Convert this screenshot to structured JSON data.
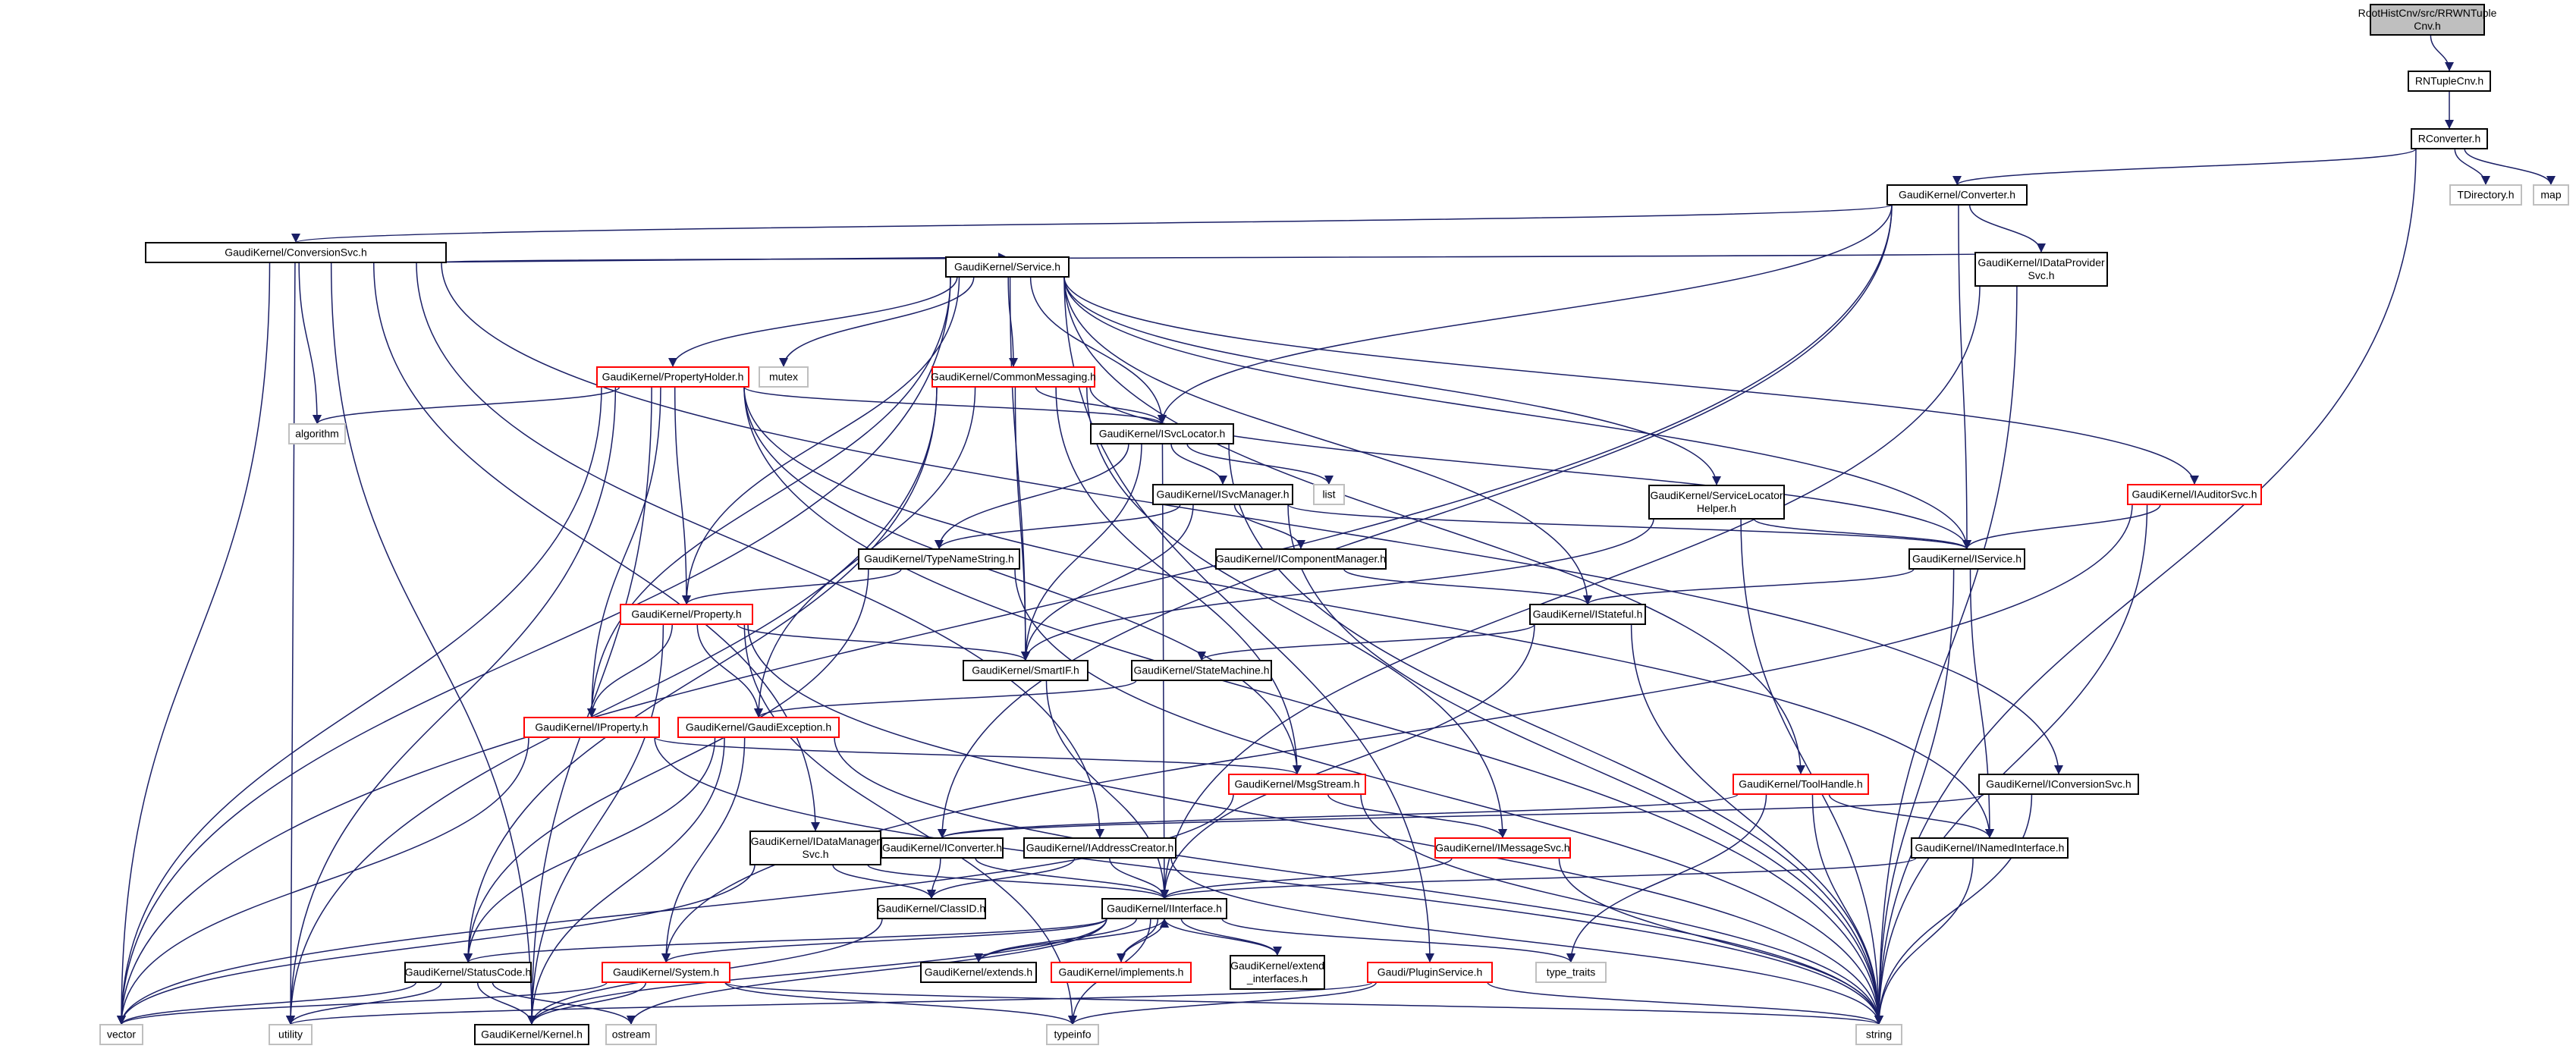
{
  "colors": {
    "root_fill": "#bfbfbf",
    "border_default": "#000000",
    "border_red": "#ff0000",
    "border_gray": "#bfbfbf",
    "edge": "#1a1f66",
    "text": "#000000"
  },
  "nodes": [
    {
      "id": "root",
      "style": "root",
      "lines": [
        "RootHistCnv/src/RRWNTuple",
        "Cnv.h"
      ]
    },
    {
      "id": "rntuplecnv",
      "style": "black",
      "lines": [
        "RNTupleCnv.h"
      ]
    },
    {
      "id": "rconverter",
      "style": "black",
      "lines": [
        "RConverter.h"
      ]
    },
    {
      "id": "tdirectory",
      "style": "gray",
      "lines": [
        "TDirectory.h"
      ]
    },
    {
      "id": "map",
      "style": "gray",
      "lines": [
        "map"
      ]
    },
    {
      "id": "converter",
      "style": "black",
      "lines": [
        "GaudiKernel/Converter.h"
      ]
    },
    {
      "id": "conversionsvc",
      "style": "black",
      "lines": [
        "GaudiKernel/ConversionSvc.h"
      ]
    },
    {
      "id": "idataprovidersvc",
      "style": "black",
      "lines": [
        "GaudiKernel/IDataProvider",
        "Svc.h"
      ]
    },
    {
      "id": "service",
      "style": "black",
      "lines": [
        "GaudiKernel/Service.h"
      ]
    },
    {
      "id": "propertyholder",
      "style": "red",
      "lines": [
        "GaudiKernel/PropertyHolder.h"
      ]
    },
    {
      "id": "mutex",
      "style": "gray",
      "lines": [
        "mutex"
      ]
    },
    {
      "id": "commonmessaging",
      "style": "red",
      "lines": [
        "GaudiKernel/CommonMessaging.h"
      ]
    },
    {
      "id": "algorithm",
      "style": "gray",
      "lines": [
        "algorithm"
      ]
    },
    {
      "id": "isvclocator",
      "style": "black",
      "lines": [
        "GaudiKernel/ISvcLocator.h"
      ]
    },
    {
      "id": "list",
      "style": "gray",
      "lines": [
        "list"
      ]
    },
    {
      "id": "isvcmanager",
      "style": "black",
      "lines": [
        "GaudiKernel/ISvcManager.h"
      ]
    },
    {
      "id": "servicelocatorhelper",
      "style": "black",
      "lines": [
        "GaudiKernel/ServiceLocator",
        "Helper.h"
      ]
    },
    {
      "id": "iauditorsvc",
      "style": "red",
      "lines": [
        "GaudiKernel/IAuditorSvc.h"
      ]
    },
    {
      "id": "typenamestring",
      "style": "black",
      "lines": [
        "GaudiKernel/TypeNameString.h"
      ]
    },
    {
      "id": "icomponentmanager",
      "style": "black",
      "lines": [
        "GaudiKernel/IComponentManager.h"
      ]
    },
    {
      "id": "iservice",
      "style": "black",
      "lines": [
        "GaudiKernel/IService.h"
      ]
    },
    {
      "id": "property",
      "style": "red",
      "lines": [
        "GaudiKernel/Property.h"
      ]
    },
    {
      "id": "istateful",
      "style": "black",
      "lines": [
        "GaudiKernel/IStateful.h"
      ]
    },
    {
      "id": "smartif",
      "style": "black",
      "lines": [
        "GaudiKernel/SmartIF.h"
      ]
    },
    {
      "id": "statemachine",
      "style": "black",
      "lines": [
        "GaudiKernel/StateMachine.h"
      ]
    },
    {
      "id": "iproperty",
      "style": "red",
      "lines": [
        "GaudiKernel/IProperty.h"
      ]
    },
    {
      "id": "gaudiexception",
      "style": "red",
      "lines": [
        "GaudiKernel/GaudiException.h"
      ]
    },
    {
      "id": "msgstream",
      "style": "red",
      "lines": [
        "GaudiKernel/MsgStream.h"
      ]
    },
    {
      "id": "toolhandle",
      "style": "red",
      "lines": [
        "GaudiKernel/ToolHandle.h"
      ]
    },
    {
      "id": "iconversionsvc",
      "style": "black",
      "lines": [
        "GaudiKernel/IConversionSvc.h"
      ]
    },
    {
      "id": "idatamanagersvc",
      "style": "black",
      "lines": [
        "GaudiKernel/IDataManager",
        "Svc.h"
      ]
    },
    {
      "id": "iconverter",
      "style": "black",
      "lines": [
        "GaudiKernel/IConverter.h"
      ]
    },
    {
      "id": "iaddresscreator",
      "style": "black",
      "lines": [
        "GaudiKernel/IAddressCreator.h"
      ]
    },
    {
      "id": "imessagesvc",
      "style": "red",
      "lines": [
        "GaudiKernel/IMessageSvc.h"
      ]
    },
    {
      "id": "inamedinterface",
      "style": "black",
      "lines": [
        "GaudiKernel/INamedInterface.h"
      ]
    },
    {
      "id": "classid",
      "style": "black",
      "lines": [
        "GaudiKernel/ClassID.h"
      ]
    },
    {
      "id": "iinterface",
      "style": "black",
      "lines": [
        "GaudiKernel/IInterface.h"
      ]
    },
    {
      "id": "statuscode",
      "style": "black",
      "lines": [
        "GaudiKernel/StatusCode.h"
      ]
    },
    {
      "id": "system",
      "style": "red",
      "lines": [
        "GaudiKernel/System.h"
      ]
    },
    {
      "id": "extends",
      "style": "black",
      "lines": [
        "GaudiKernel/extends.h"
      ]
    },
    {
      "id": "implements",
      "style": "red",
      "lines": [
        "GaudiKernel/implements.h"
      ]
    },
    {
      "id": "extendinterfaces",
      "style": "black",
      "lines": [
        "GaudiKernel/extend",
        "_interfaces.h"
      ]
    },
    {
      "id": "typetraits",
      "style": "gray",
      "lines": [
        "type_traits"
      ]
    },
    {
      "id": "pluginservice",
      "style": "red",
      "lines": [
        "Gaudi/PluginService.h"
      ]
    },
    {
      "id": "vector",
      "style": "gray",
      "lines": [
        "vector"
      ]
    },
    {
      "id": "utility",
      "style": "gray",
      "lines": [
        "utility"
      ]
    },
    {
      "id": "kernel",
      "style": "black",
      "lines": [
        "GaudiKernel/Kernel.h"
      ]
    },
    {
      "id": "ostream",
      "style": "gray",
      "lines": [
        "ostream"
      ]
    },
    {
      "id": "typeinfo",
      "style": "gray",
      "lines": [
        "typeinfo"
      ]
    },
    {
      "id": "string",
      "style": "gray",
      "lines": [
        "string"
      ]
    }
  ],
  "edges": [
    [
      "root",
      "rntuplecnv"
    ],
    [
      "rntuplecnv",
      "rconverter"
    ],
    [
      "rconverter",
      "tdirectory"
    ],
    [
      "rconverter",
      "map"
    ],
    [
      "rconverter",
      "converter"
    ],
    [
      "rconverter",
      "string"
    ],
    [
      "converter",
      "conversionsvc"
    ],
    [
      "converter",
      "idataprovidersvc"
    ],
    [
      "converter",
      "isvclocator"
    ],
    [
      "converter",
      "iservice"
    ],
    [
      "converter",
      "iconverter"
    ],
    [
      "converter",
      "vector"
    ],
    [
      "conversionsvc",
      "service"
    ],
    [
      "conversionsvc",
      "idataprovidersvc"
    ],
    [
      "conversionsvc",
      "algorithm"
    ],
    [
      "conversionsvc",
      "iconversionsvc"
    ],
    [
      "conversionsvc",
      "idatamanagersvc"
    ],
    [
      "conversionsvc",
      "iaddresscreator"
    ],
    [
      "conversionsvc",
      "kernel"
    ],
    [
      "conversionsvc",
      "vector"
    ],
    [
      "conversionsvc",
      "utility"
    ],
    [
      "idataprovidersvc",
      "iinterface"
    ],
    [
      "idataprovidersvc",
      "string"
    ],
    [
      "service",
      "propertyholder"
    ],
    [
      "service",
      "mutex"
    ],
    [
      "service",
      "commonmessaging"
    ],
    [
      "service",
      "isvclocator"
    ],
    [
      "service",
      "servicelocatorhelper"
    ],
    [
      "service",
      "iauditorsvc"
    ],
    [
      "service",
      "iservice"
    ],
    [
      "service",
      "property"
    ],
    [
      "service",
      "istateful"
    ],
    [
      "service",
      "smartif"
    ],
    [
      "service",
      "toolhandle"
    ],
    [
      "service",
      "pluginservice"
    ],
    [
      "service",
      "iproperty"
    ],
    [
      "service",
      "vector"
    ],
    [
      "propertyholder",
      "algorithm"
    ],
    [
      "propertyholder",
      "isvclocator"
    ],
    [
      "propertyholder",
      "property"
    ],
    [
      "propertyholder",
      "iproperty"
    ],
    [
      "propertyholder",
      "msgstream"
    ],
    [
      "propertyholder",
      "inamedinterface"
    ],
    [
      "propertyholder",
      "vector"
    ],
    [
      "propertyholder",
      "utility"
    ],
    [
      "propertyholder",
      "kernel"
    ],
    [
      "propertyholder",
      "string"
    ],
    [
      "commonmessaging",
      "isvclocator"
    ],
    [
      "commonmessaging",
      "msgstream"
    ],
    [
      "commonmessaging",
      "imessagesvc"
    ],
    [
      "commonmessaging",
      "smartif"
    ],
    [
      "commonmessaging",
      "gaudiexception"
    ],
    [
      "commonmessaging",
      "statuscode"
    ],
    [
      "commonmessaging",
      "iservice"
    ],
    [
      "commonmessaging",
      "utility"
    ],
    [
      "isvclocator",
      "list"
    ],
    [
      "isvclocator",
      "isvcmanager"
    ],
    [
      "isvclocator",
      "typenamestring"
    ],
    [
      "isvclocator",
      "smartif"
    ],
    [
      "isvclocator",
      "iinterface"
    ],
    [
      "isvclocator",
      "string"
    ],
    [
      "isvcmanager",
      "typenamestring"
    ],
    [
      "isvcmanager",
      "icomponentmanager"
    ],
    [
      "isvcmanager",
      "iservice"
    ],
    [
      "isvcmanager",
      "smartif"
    ],
    [
      "isvcmanager",
      "string"
    ],
    [
      "servicelocatorhelper",
      "iservice"
    ],
    [
      "servicelocatorhelper",
      "smartif"
    ],
    [
      "servicelocatorhelper",
      "string"
    ],
    [
      "iauditorsvc",
      "iservice"
    ],
    [
      "iauditorsvc",
      "system"
    ],
    [
      "iauditorsvc",
      "string"
    ],
    [
      "typenamestring",
      "property"
    ],
    [
      "typenamestring",
      "statuscode"
    ],
    [
      "typenamestring",
      "string"
    ],
    [
      "icomponentmanager",
      "istateful"
    ],
    [
      "iservice",
      "istateful"
    ],
    [
      "iservice",
      "inamedinterface"
    ],
    [
      "iservice",
      "string"
    ],
    [
      "property",
      "iproperty"
    ],
    [
      "property",
      "smartif"
    ],
    [
      "property",
      "gaudiexception"
    ],
    [
      "property",
      "kernel"
    ],
    [
      "property",
      "typeinfo"
    ],
    [
      "property",
      "string"
    ],
    [
      "istateful",
      "statemachine"
    ],
    [
      "istateful",
      "iinterface"
    ],
    [
      "istateful",
      "string"
    ],
    [
      "smartif",
      "iinterface"
    ],
    [
      "statemachine",
      "gaudiexception"
    ],
    [
      "iproperty",
      "msgstream"
    ],
    [
      "iproperty",
      "vector"
    ],
    [
      "iproperty",
      "string"
    ],
    [
      "gaudiexception",
      "statuscode"
    ],
    [
      "gaudiexception",
      "system"
    ],
    [
      "gaudiexception",
      "kernel"
    ],
    [
      "gaudiexception",
      "string"
    ],
    [
      "msgstream",
      "imessagesvc"
    ],
    [
      "msgstream",
      "vector"
    ],
    [
      "msgstream",
      "string"
    ],
    [
      "toolhandle",
      "inamedinterface"
    ],
    [
      "toolhandle",
      "iconverter"
    ],
    [
      "toolhandle",
      "typetraits"
    ],
    [
      "toolhandle",
      "string"
    ],
    [
      "iconversionsvc",
      "iconverter"
    ],
    [
      "iconversionsvc",
      "string"
    ],
    [
      "idatamanagersvc",
      "iinterface"
    ],
    [
      "idatamanagersvc",
      "classid"
    ],
    [
      "idatamanagersvc",
      "vector"
    ],
    [
      "iconverter",
      "classid"
    ],
    [
      "iconverter",
      "iinterface"
    ],
    [
      "iaddresscreator",
      "classid"
    ],
    [
      "iaddresscreator",
      "iinterface"
    ],
    [
      "iaddresscreator",
      "string"
    ],
    [
      "imessagesvc",
      "iinterface"
    ],
    [
      "imessagesvc",
      "string"
    ],
    [
      "inamedinterface",
      "iinterface"
    ],
    [
      "inamedinterface",
      "string"
    ],
    [
      "classid",
      "kernel"
    ],
    [
      "iinterface",
      "statuscode"
    ],
    [
      "iinterface",
      "system"
    ],
    [
      "iinterface",
      "extends"
    ],
    [
      "iinterface",
      "implements"
    ],
    [
      "iinterface",
      "extendinterfaces"
    ],
    [
      "iinterface",
      "typetraits"
    ],
    [
      "iinterface",
      "typeinfo"
    ],
    [
      "iinterface",
      "ostream"
    ],
    [
      "iinterface",
      "kernel"
    ],
    [
      "extends",
      "iinterface"
    ],
    [
      "implements",
      "iinterface"
    ],
    [
      "extendinterfaces",
      "iinterface"
    ],
    [
      "statuscode",
      "kernel"
    ],
    [
      "statuscode",
      "ostream"
    ],
    [
      "statuscode",
      "utility"
    ],
    [
      "statuscode",
      "vector"
    ],
    [
      "system",
      "kernel"
    ],
    [
      "system",
      "typeinfo"
    ],
    [
      "system",
      "vector"
    ],
    [
      "system",
      "string"
    ],
    [
      "pluginservice",
      "typeinfo"
    ],
    [
      "pluginservice",
      "utility"
    ],
    [
      "pluginservice",
      "string"
    ]
  ]
}
